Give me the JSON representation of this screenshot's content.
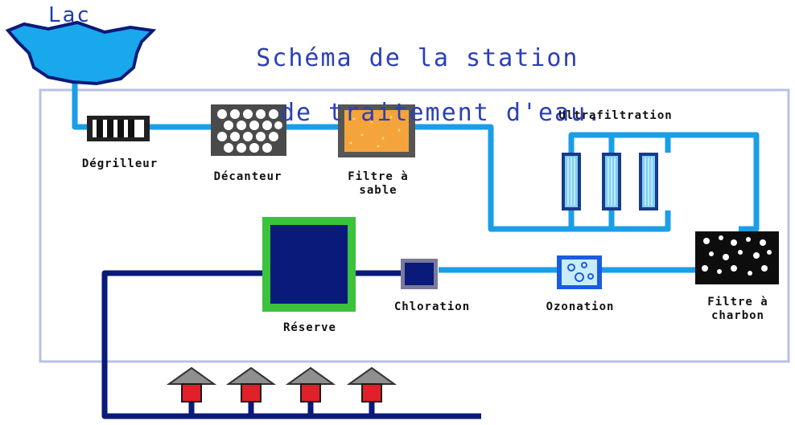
{
  "title": {
    "line1": "Schéma de la station",
    "line2": "de traitement d'eau."
  },
  "labels": {
    "lac": "Lac",
    "degrilleur": "Dégrilleur",
    "decanteur": "Décanteur",
    "filtre_sable": "Filtre à\nsable",
    "ultrafiltration": "Ultrafiltration",
    "filtre_charbon": "Filtre à\ncharbon",
    "ozonation": "Ozonation",
    "chloration": "Chloration",
    "reserve": "Réserve"
  },
  "colors": {
    "raw_pipe": "#1a9ee8",
    "treated_pipe": "#0a1a7a",
    "frame": "#b8c0e8",
    "sand": "#f4a43a",
    "reserve_border": "#3cc23c",
    "house_roof": "#8f8f8f",
    "house_body": "#e0202a"
  },
  "houses_count": 4
}
